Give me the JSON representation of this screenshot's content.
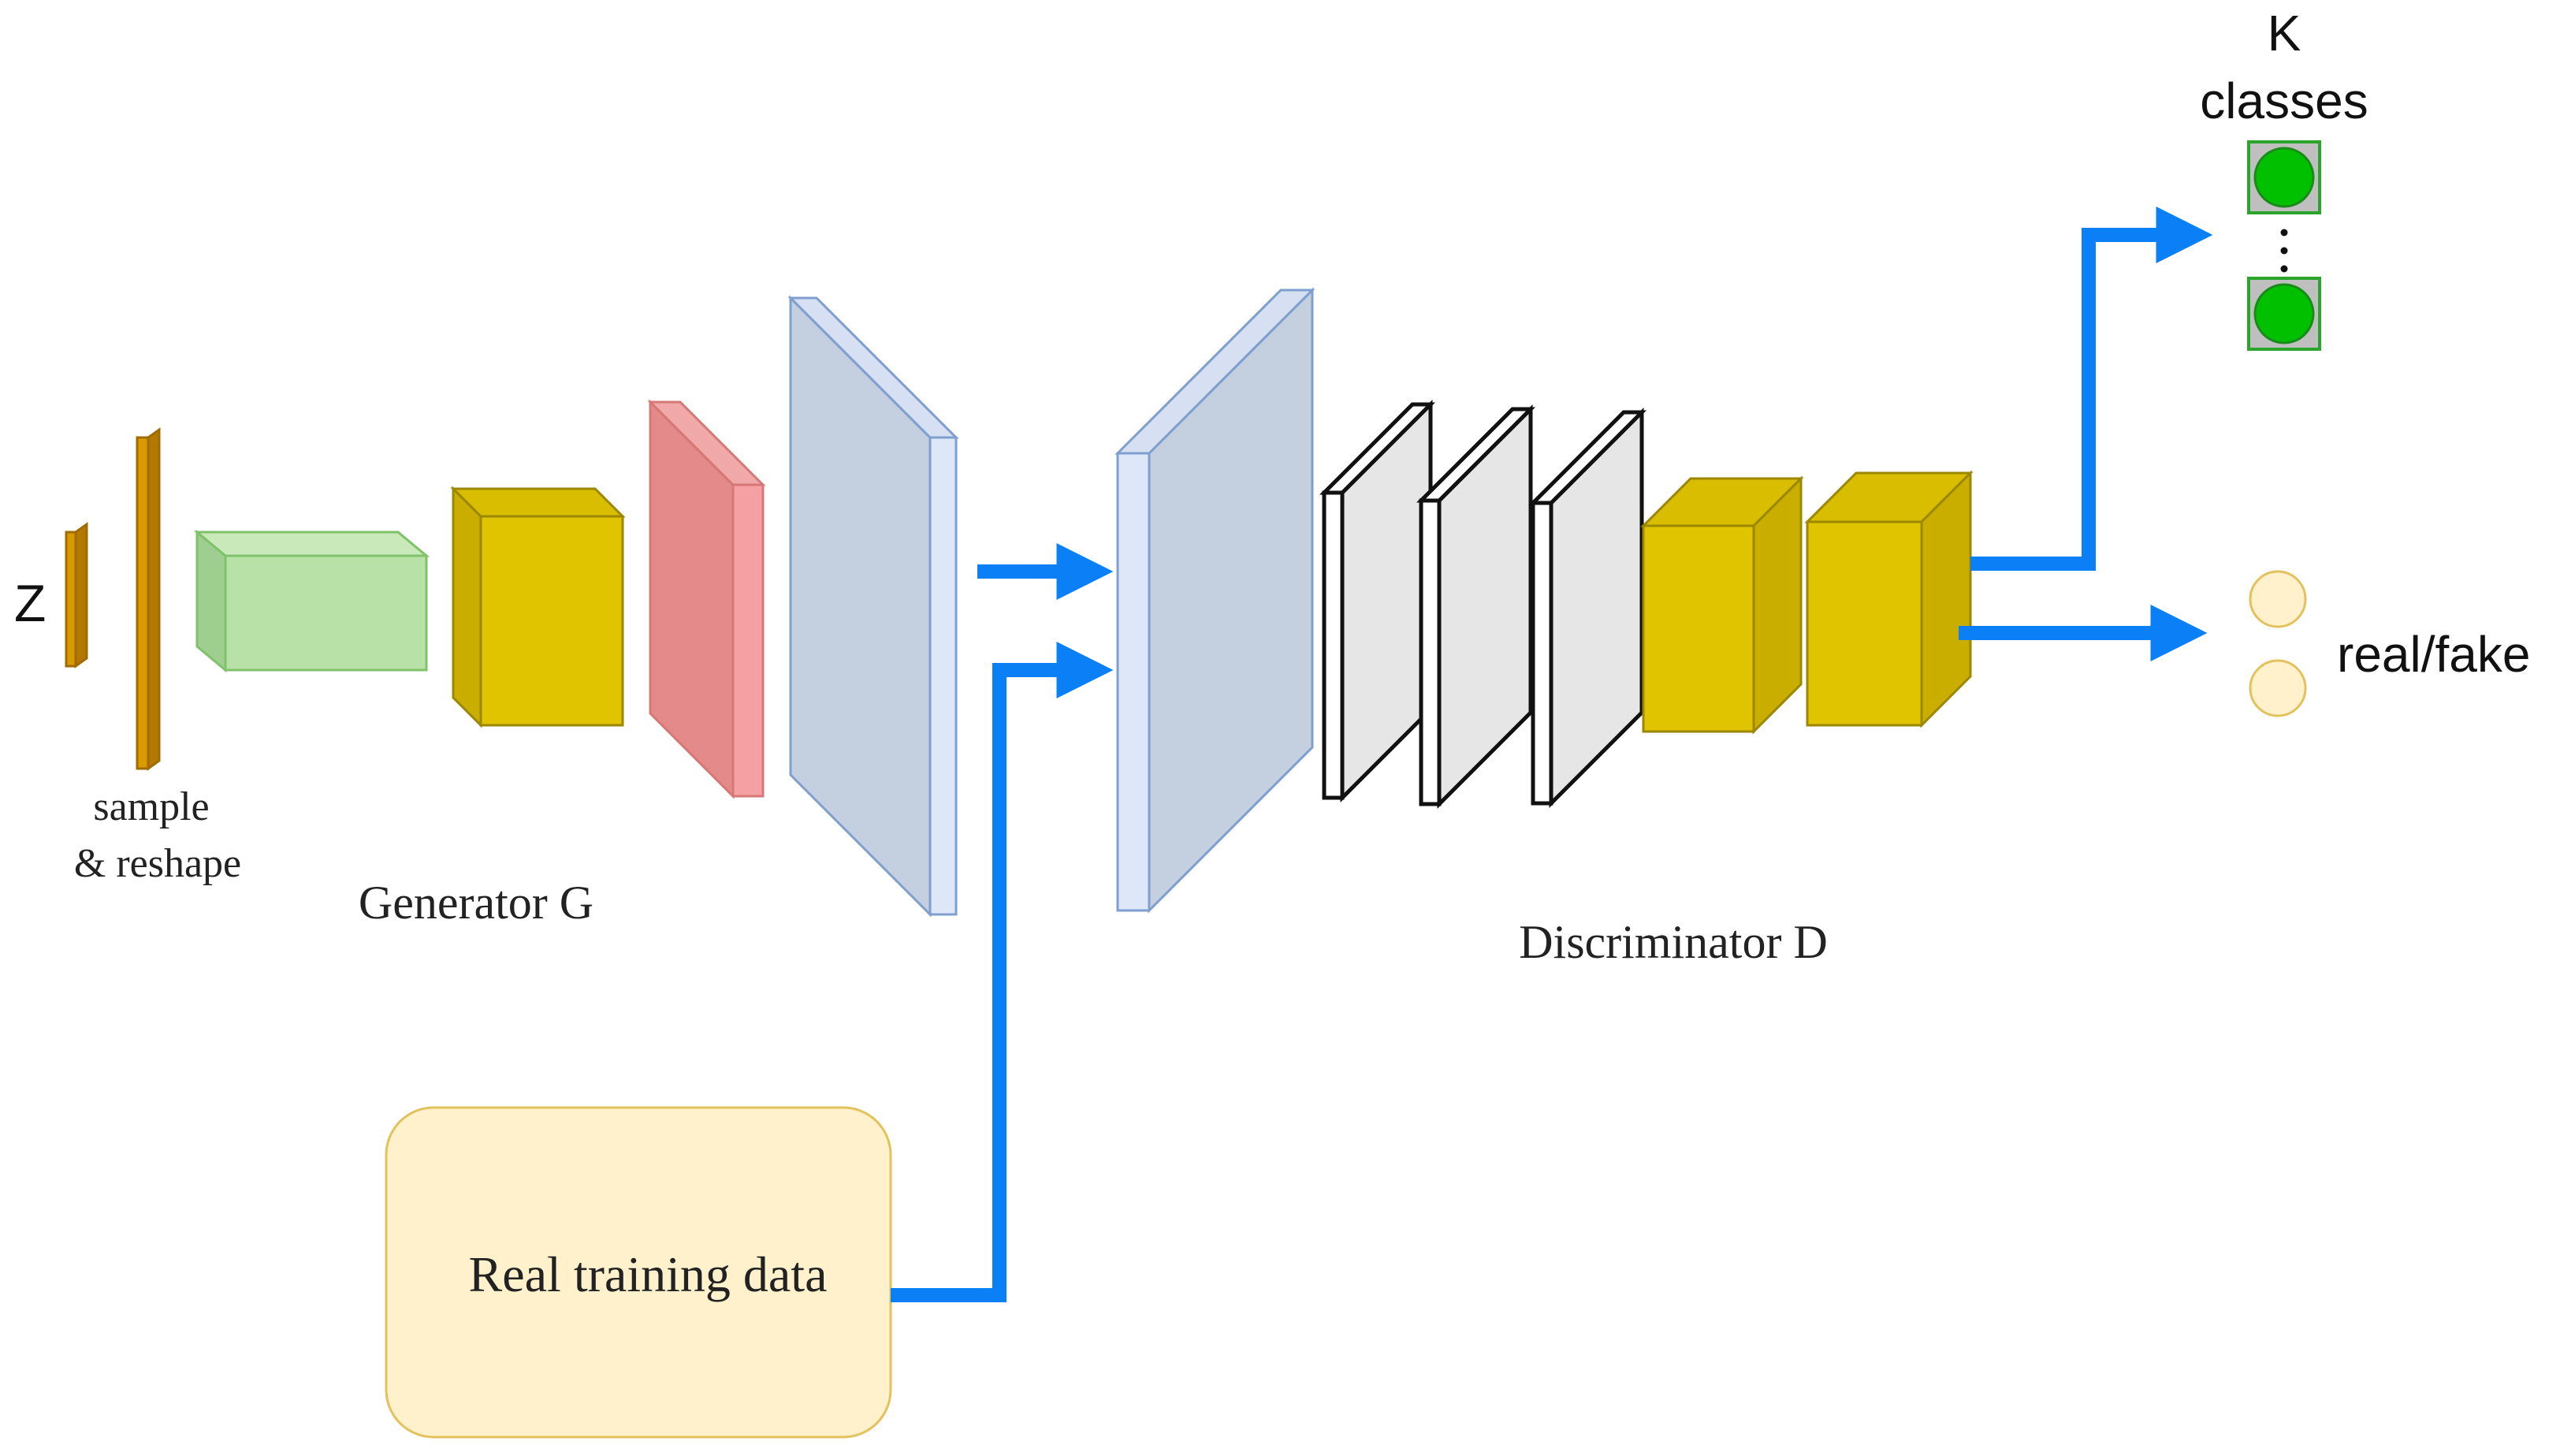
{
  "labels": {
    "z": "Z",
    "sample_line1": "sample",
    "sample_line2": "& reshape",
    "generator": "Generator G",
    "discriminator": "Discriminator D",
    "real_data": "Real training data",
    "k": "K",
    "classes": "classes",
    "real_fake": "real/fake"
  },
  "colors": {
    "arrow": "#0b7ff5",
    "orange": "#d99a00",
    "green_block": "#b7e1a6",
    "yellow_block": "#e0c400",
    "red_block": "#e58a8a",
    "blue_block": "#c4cfe0",
    "gray_block": "#e6e6e6",
    "real_data_box": "#fff1cc",
    "class_node": "#00c000",
    "real_fake_node": "#fff1cc"
  }
}
